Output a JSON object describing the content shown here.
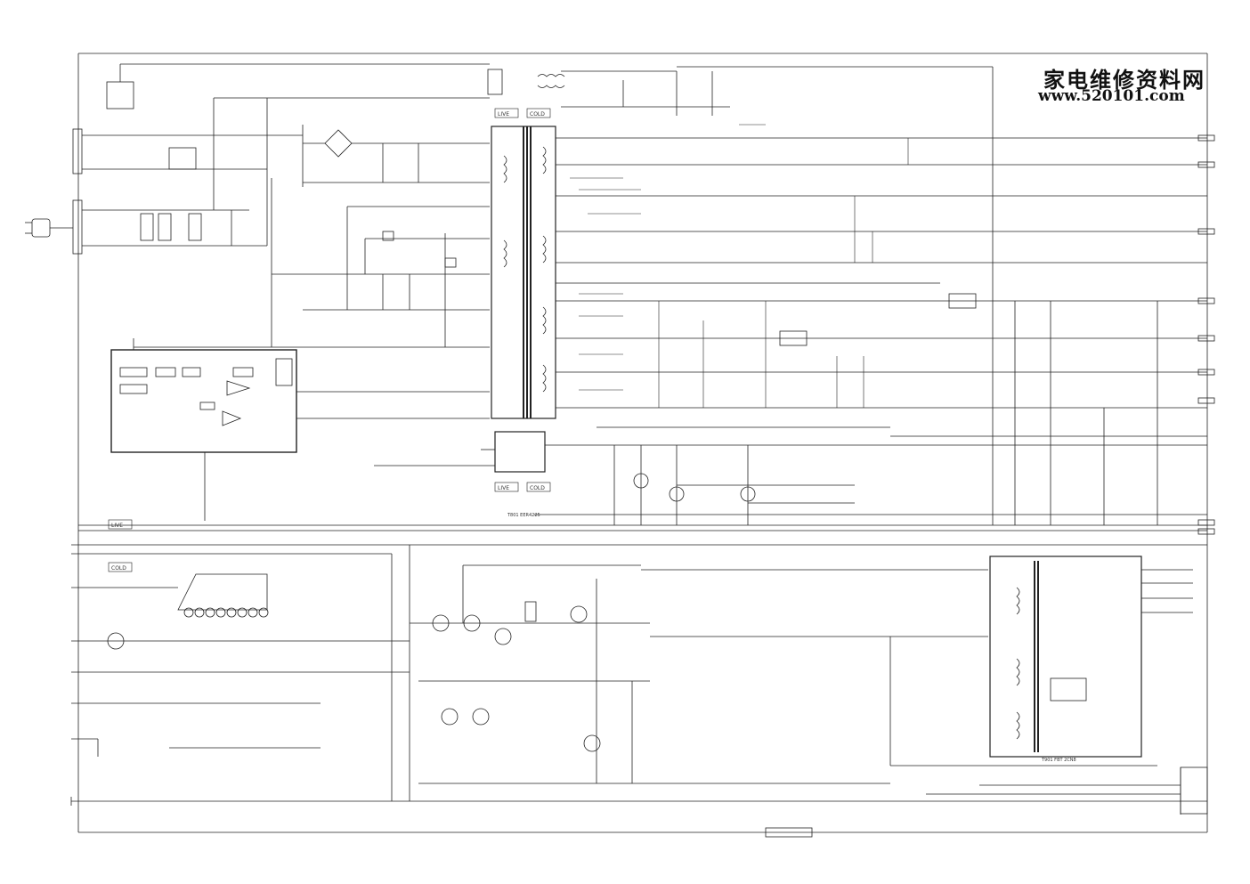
{
  "watermark": {
    "title_cn": "家电维修资料网",
    "url": "www.520101.com"
  },
  "region_labels": {
    "live_top": "LIVE",
    "cold_top": "COLD",
    "live_mid": "LIVE",
    "cold_mid": "COLD",
    "live_left": "LIVE",
    "cold_left": "COLD"
  },
  "transformer_notes": {
    "t801_note": "T801 EER4225",
    "t901_note": "T901 FBT 2CN8"
  },
  "colors": {
    "line": "#222222",
    "background": "#ffffff"
  }
}
